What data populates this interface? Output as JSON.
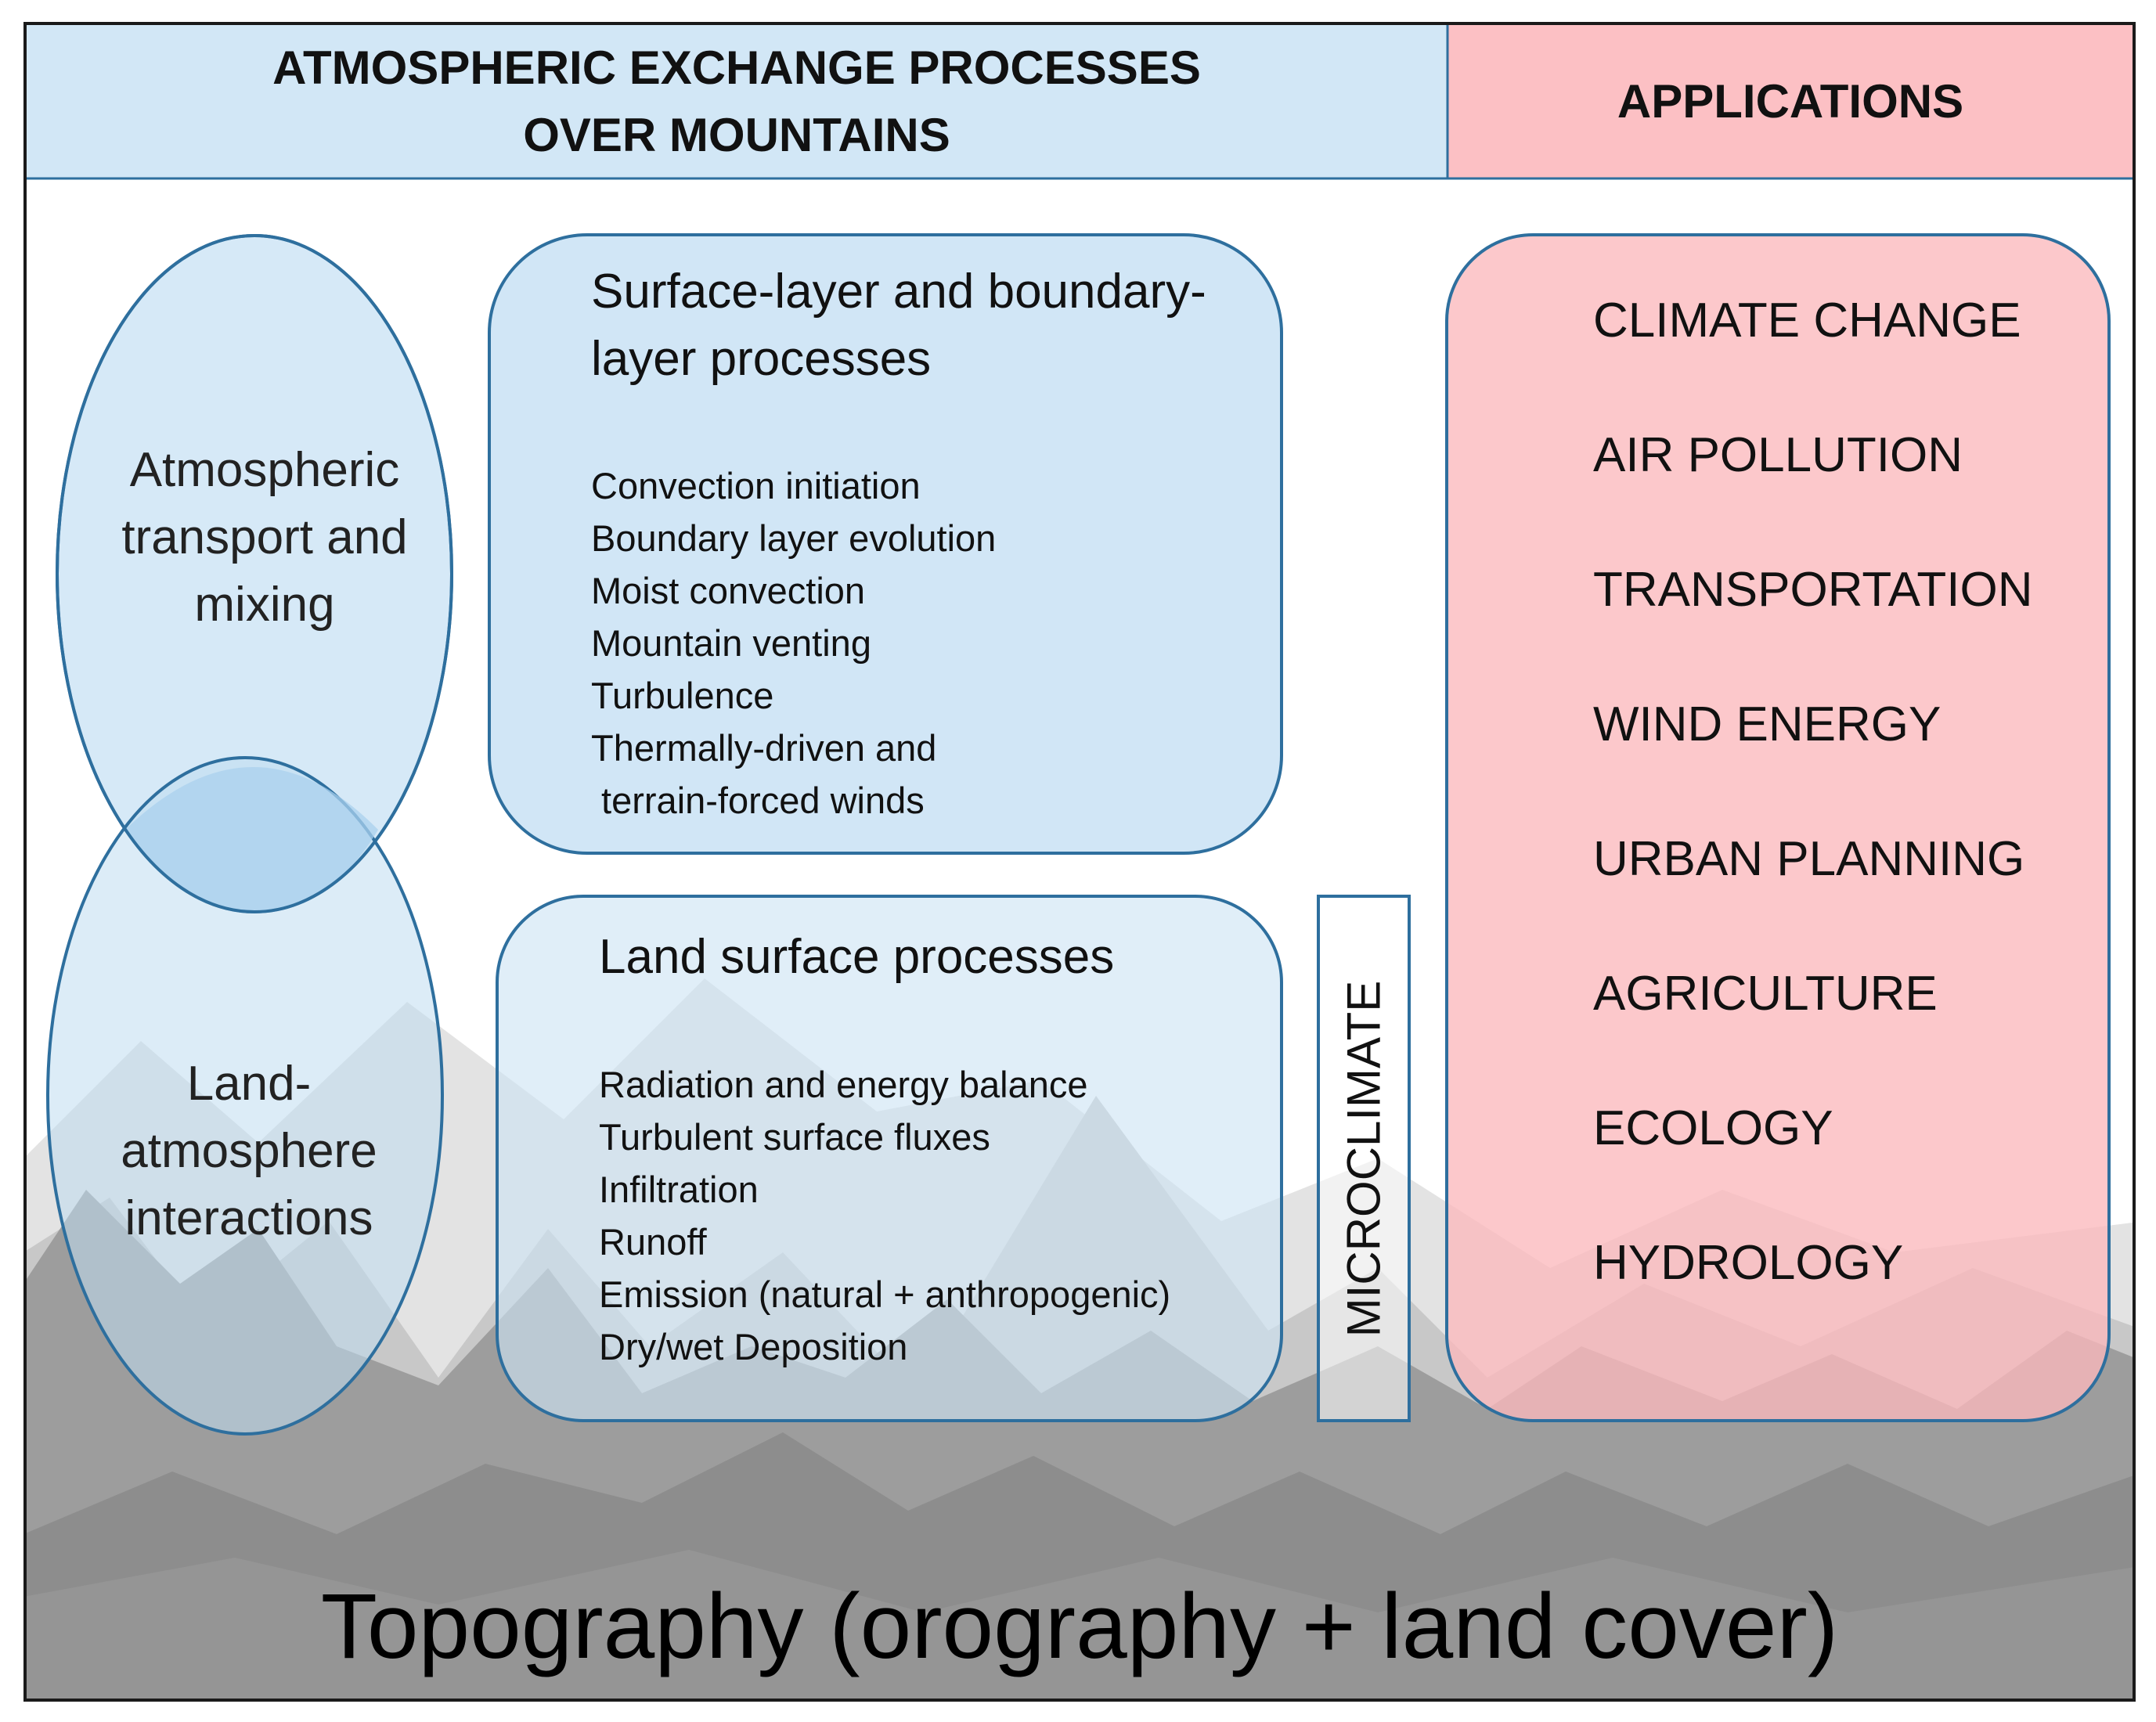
{
  "header": {
    "left_title_line1": "ATMOSPHERIC EXCHANGE PROCESSES",
    "left_title_line2": "OVER MOUNTAINS",
    "right_title": "APPLICATIONS"
  },
  "ovals": {
    "top_line1": "Atmospheric",
    "top_line2": "transport and",
    "top_line3": "mixing",
    "bottom_line1": "Land-",
    "bottom_line2": "atmosphere",
    "bottom_line3": "interactions"
  },
  "surface_layer_box": {
    "title_line1": "Surface-layer and boundary-",
    "title_line2": "layer processes",
    "items": [
      "Convection initiation",
      "Boundary layer evolution",
      "Moist convection",
      "Mountain venting",
      "Turbulence",
      "Thermally-driven and",
      " terrain-forced winds"
    ]
  },
  "land_surface_box": {
    "title": "Land surface processes",
    "items": [
      "Radiation and energy balance",
      "Turbulent surface fluxes",
      "Infiltration",
      "Runoff",
      "Emission (natural + anthropogenic)",
      "Dry/wet Deposition"
    ]
  },
  "microclimate_label": "MICROCLIMATE",
  "applications": [
    "CLIMATE CHANGE",
    "AIR POLLUTION",
    "TRANSPORTATION",
    "WIND ENERGY",
    "URBAN PLANNING",
    "AGRICULTURE",
    "ECOLOGY",
    "HYDROLOGY"
  ],
  "topography_label": "Topography (orography + land cover)",
  "colors": {
    "header_blue": "#d2e7f6",
    "header_pink": "#fcc0c4",
    "blue_fill": "#cfe5f6",
    "blue_border": "#2e6f9e",
    "pink_fill": "#fbb8bc",
    "mountain_dark": "#8a8a8a",
    "mountain_light": "#bdbdbd"
  }
}
